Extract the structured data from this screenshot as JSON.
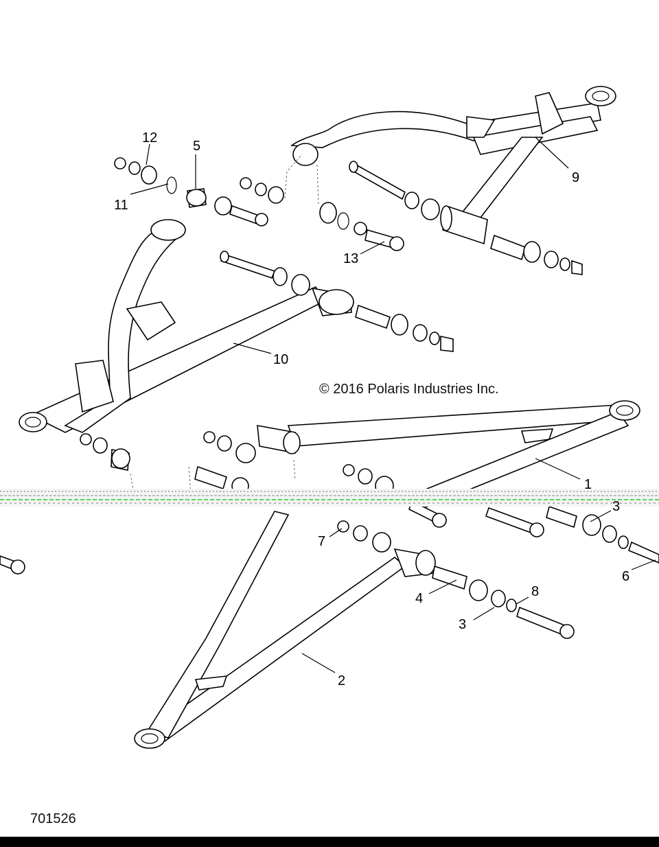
{
  "copyright": "© 2016 Polaris Industries Inc.",
  "drawing_number": "701526",
  "callouts": [
    "1",
    "2",
    "3",
    "4",
    "5",
    "6",
    "7",
    "8",
    "9",
    "10",
    "11",
    "12",
    "13",
    "3"
  ],
  "colors": {
    "line": "#000000",
    "background": "#ffffff",
    "scan_artifact": "#22cc22"
  }
}
